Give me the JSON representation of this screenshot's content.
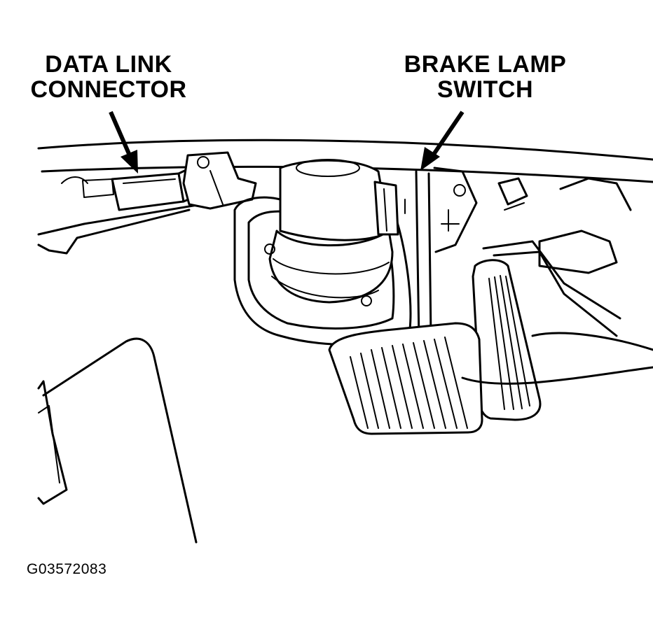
{
  "callouts": {
    "data_link_connector": [
      "DATA LINK",
      "CONNECTOR"
    ],
    "brake_lamp_switch": [
      "BRAKE LAMP",
      "SWITCH"
    ]
  },
  "figure_id": "G03572083"
}
